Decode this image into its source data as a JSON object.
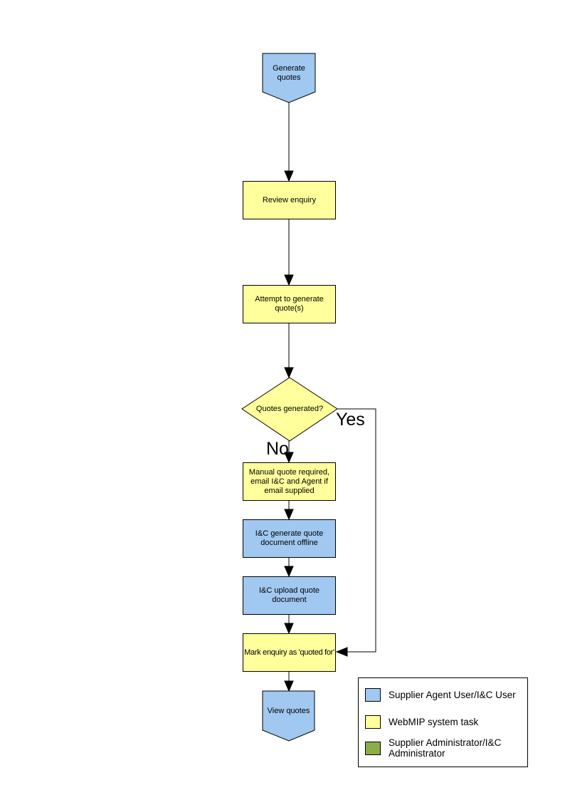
{
  "colors": {
    "actor_blue": "#A0C8F0",
    "system_yellow": "#FFFF9C",
    "admin_green": "#8CAE4A",
    "outline": "#000000"
  },
  "nodes": {
    "start": "Generate quotes",
    "review": "Review enquiry",
    "attempt": "Attempt to generate quote(s)",
    "decision": "Quotes generated?",
    "manual": "Manual quote required, email I&C and Agent if email supplied",
    "offline": "I&C generate quote document offline",
    "upload": "I&C upload quote document",
    "mark": "Mark enquiry as 'quoted for'",
    "end": "View quotes"
  },
  "edges": {
    "yes": "Yes",
    "no": "No"
  },
  "legend": {
    "items": [
      {
        "label": "Supplier Agent User/I&C User",
        "color": "#A0C8F0"
      },
      {
        "label": "WebMIP system task",
        "color": "#FFFF9C"
      },
      {
        "label": "Supplier Administrator/I&C Administrator",
        "color": "#8CAE4A"
      }
    ]
  }
}
